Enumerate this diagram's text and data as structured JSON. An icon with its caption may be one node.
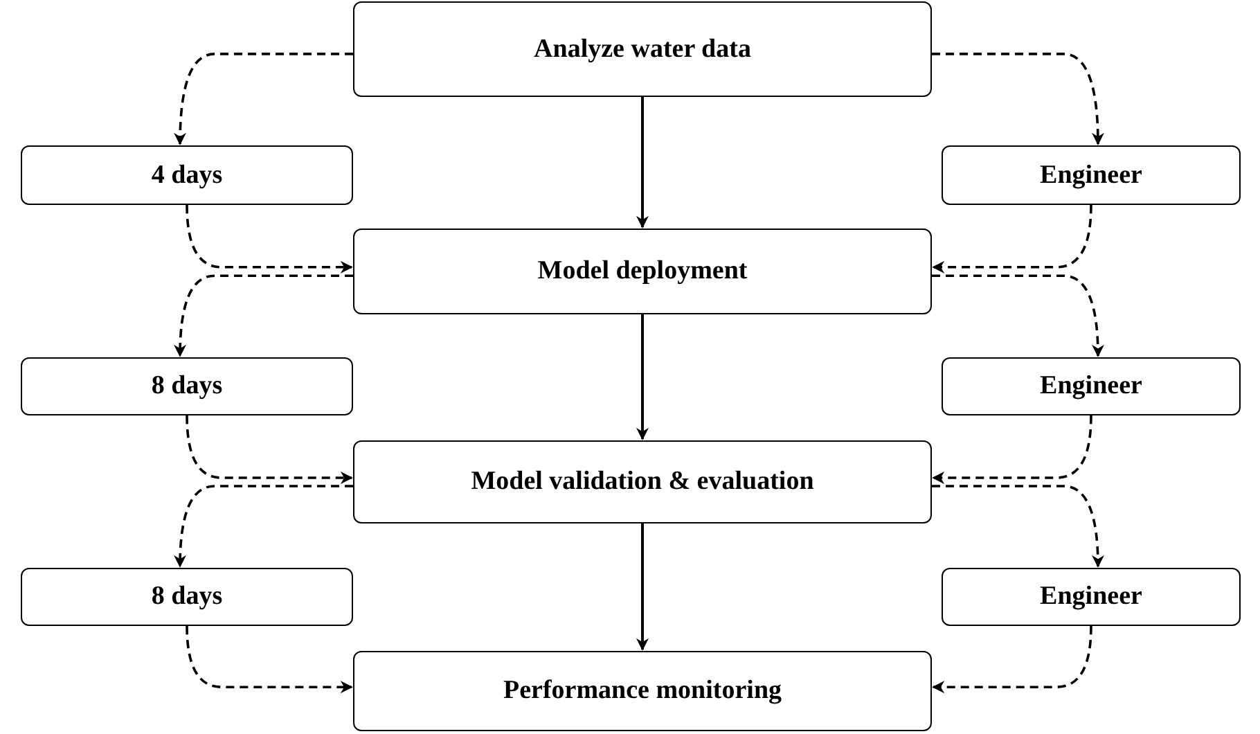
{
  "diagram": {
    "nodes": [
      {
        "text": [
          "Analyze water data"
        ]
      },
      {
        "text": [
          "4 days"
        ]
      },
      {
        "text": [
          "Engineer"
        ]
      },
      {
        "text": [
          "Model deployment"
        ]
      },
      {
        "text": [
          "8 days"
        ]
      },
      {
        "text": [
          "Engineer"
        ]
      },
      {
        "text": [
          "Model validation & evaluation"
        ]
      },
      {
        "text": [
          "8 days"
        ]
      },
      {
        "text": [
          "Engineer"
        ]
      },
      {
        "text": [
          "Performance monitoring"
        ]
      }
    ],
    "edges": [
      {
        "from": 0,
        "to": 3,
        "arrow": "to"
      },
      {
        "from": 3,
        "to": 6,
        "arrow": "to"
      },
      {
        "from": 6,
        "to": 9,
        "arrow": "to"
      },
      {
        "from": 0,
        "to": 1,
        "arrow": "to",
        "style": "dashed"
      },
      {
        "from": 0,
        "to": 2,
        "arrow": "to",
        "style": "dashed"
      },
      {
        "from": 1,
        "to": 3,
        "arrow": "to",
        "style": "dashed"
      },
      {
        "from": 2,
        "to": 3,
        "arrow": "to",
        "style": "dashed"
      },
      {
        "from": 3,
        "to": 4,
        "arrow": "to",
        "style": "dashed"
      },
      {
        "from": 3,
        "to": 5,
        "arrow": "to",
        "style": "dashed"
      },
      {
        "from": 4,
        "to": 6,
        "arrow": "to",
        "style": "dashed"
      },
      {
        "from": 5,
        "to": 6,
        "arrow": "to",
        "style": "dashed"
      },
      {
        "from": 6,
        "to": 7,
        "arrow": "to",
        "style": "dashed"
      },
      {
        "from": 6,
        "to": 8,
        "arrow": "to",
        "style": "dashed"
      },
      {
        "from": 7,
        "to": 9,
        "arrow": "to",
        "style": "dashed"
      },
      {
        "from": 8,
        "to": 9,
        "arrow": "to",
        "style": "dashed"
      }
    ]
  }
}
